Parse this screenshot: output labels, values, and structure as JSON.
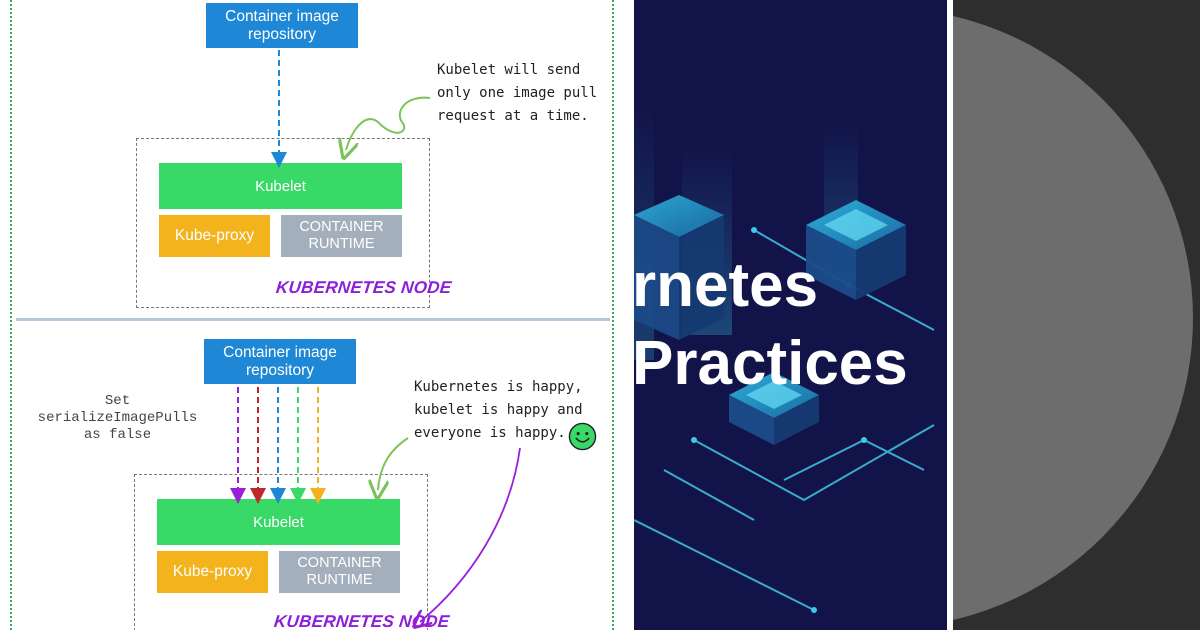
{
  "diagram": {
    "top": {
      "repo_label_line1": "Container image",
      "repo_label_line2": "repository",
      "kubelet_label": "Kubelet",
      "proxy_label": "Kube-proxy",
      "runtime_label_line1": "CONTAINER",
      "runtime_label_line2": "RUNTIME",
      "node_label": "KUBERNETES NODE",
      "note_lines": [
        "Kubelet will send",
        "only one image pull",
        "request at a time."
      ]
    },
    "bottom": {
      "repo_label_line1": "Container image",
      "repo_label_line2": "repository",
      "kubelet_label": "Kubelet",
      "proxy_label": "Kube-proxy",
      "runtime_label_line1": "CONTAINER",
      "runtime_label_line2": "RUNTIME",
      "node_label": "KUBERNETES NODE",
      "set_lines": [
        "Set",
        "serializeImagePulls",
        "as false"
      ],
      "note_lines": [
        "Kubernetes is happy,",
        "kubelet is happy and",
        "everyone is happy."
      ],
      "pull_arrow_colors": [
        "#9b1fd6",
        "#c0262a",
        "#1f88d6",
        "#38d967",
        "#f3b31d"
      ]
    }
  },
  "banner": {
    "title_line1": "rnetes",
    "title_line2": "Practices"
  },
  "colors": {
    "repo": "#1f88d6",
    "kubelet": "#38d967",
    "proxy": "#f3b31d",
    "runtime": "#a3afbd",
    "node_label": "#8c1fd8",
    "banner_bg": "#121348"
  }
}
